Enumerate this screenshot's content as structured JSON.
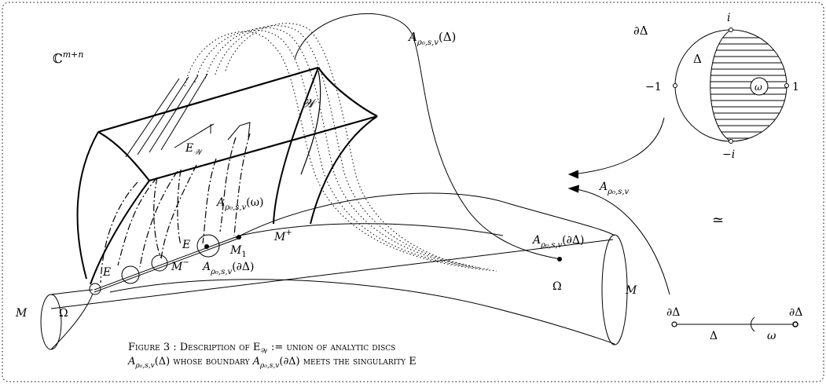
{
  "labels": {
    "cmn": "ℂ",
    "cmn_sup": "m+n",
    "a_delta": "A",
    "a_delta_sub": "ρ₀,s,v",
    "a_delta_arg": "(Δ)",
    "w": "𝒲",
    "e_w": "E",
    "e_w_sub": "𝒲",
    "a_omega": "A",
    "a_omega_sub": "ρ₀,s,v",
    "a_omega_arg": "(ω)",
    "m_plus": "M",
    "m_plus_sup": "+",
    "m_minus": "M",
    "m_minus_sup": "−",
    "m1": "M",
    "m1_sub": "1",
    "e_upper": "E",
    "e_lower": "E",
    "a_bd_left": "A",
    "a_bd_left_sub": "ρ₀,s,v",
    "a_bd_left_arg": "(∂Δ)",
    "a_bd_right": "A",
    "a_bd_right_sub": "ρ₀,s,v",
    "a_bd_right_arg": "(∂Δ)",
    "omega_upper": "Ω",
    "omega_left": "Ω",
    "m_left": "M",
    "m_right": "M",
    "disc_boundary": "∂Δ",
    "disc_delta": "Δ",
    "disc_i": "i",
    "disc_minus_i": "−i",
    "disc_minus_one": "−1",
    "disc_one": "1",
    "disc_omega": "ω",
    "map": "A",
    "map_sub": "ρ₀,s,v",
    "simeq": "≃",
    "seg_left": "∂Δ",
    "seg_right": "∂Δ",
    "seg_delta": "Δ",
    "seg_omega": "ω"
  },
  "caption": {
    "line1_prefix": "Figure 3 : Description of E",
    "line1_sub": "𝒲",
    "line1_suffix": " := union of analytic discs",
    "line2_a": "A",
    "line2_a_sub": "ρ₀,s,v",
    "line2_a_arg": "(Δ)",
    "line2_mid": " whose boundary ",
    "line2_b": "A",
    "line2_b_sub": "ρ₀,s,v",
    "line2_b_arg": "(∂Δ)",
    "line2_end": " meets the singularity E"
  },
  "colors": {
    "ink": "#000000",
    "background": "#ffffff"
  }
}
